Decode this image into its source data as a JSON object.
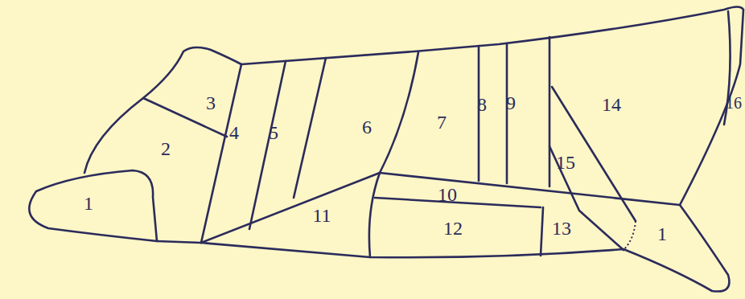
{
  "diagram": {
    "labels": [
      "3",
      "4",
      "5",
      "6",
      "7",
      "8",
      "9",
      "14",
      "16",
      "2",
      "15",
      "10",
      "1",
      "11",
      "12",
      "13",
      "1"
    ]
  }
}
